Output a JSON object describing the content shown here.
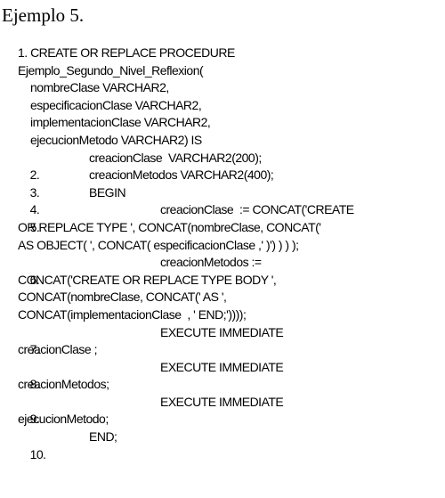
{
  "title": "Ejemplo 5.",
  "header_lines": [
    "1. CREATE OR REPLACE PROCEDURE",
    "Ejemplo_Segundo_Nivel_Reflexion(",
    "nombreClase VARCHAR2,",
    "especificacionClase VARCHAR2,",
    "implementacionClase VARCHAR2,",
    "ejecucionMetodo VARCHAR2) IS"
  ],
  "steps": [
    {
      "num": "2.",
      "text": "creacionClase  VARCHAR2(200);"
    },
    {
      "num": "3.",
      "text": "creacionMetodos VARCHAR2(400);"
    },
    {
      "num": "4.",
      "text": "BEGIN"
    },
    {
      "num": "5.",
      "text": "creacionClase  := CONCAT('CREATE",
      "continuation": [
        "OR REPLACE TYPE ', CONCAT(nombreClase, CONCAT('",
        "AS OBJECT( ', CONCAT( especificacionClase ,' )') ) ) );"
      ]
    },
    {
      "num": "6.",
      "text": "creacionMetodos :=",
      "continuation": [
        "CONCAT('CREATE OR REPLACE TYPE BODY ',",
        "CONCAT(nombreClase, CONCAT(' AS ',",
        "CONCAT(implementacionClase  , ' END;'))));"
      ]
    },
    {
      "num": "7.",
      "text": "EXECUTE IMMEDIATE",
      "continuation": [
        "creacionClase ;"
      ]
    },
    {
      "num": "8.",
      "text": "EXECUTE IMMEDIATE",
      "continuation": [
        "creacionMetodos;"
      ]
    },
    {
      "num": "9.",
      "text": "EXECUTE IMMEDIATE",
      "continuation": [
        "ejecucionMetodo;"
      ]
    },
    {
      "num": "10.",
      "text": "END;"
    }
  ]
}
